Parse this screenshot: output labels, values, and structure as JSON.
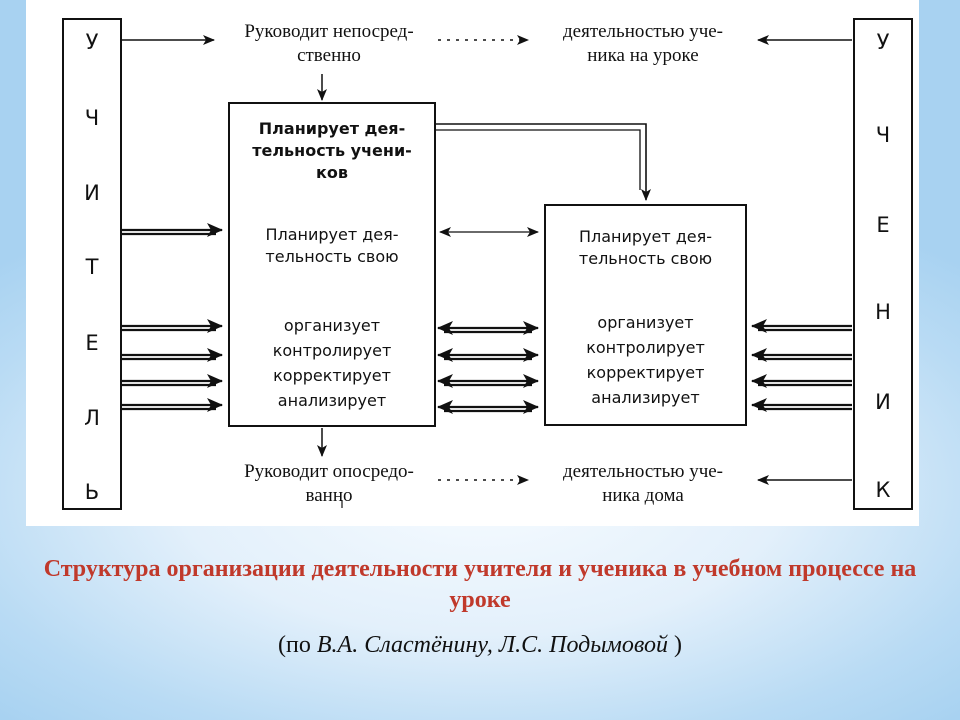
{
  "teacher_column": {
    "letters": [
      "У",
      "Ч",
      "И",
      "Т",
      "Е",
      "Л",
      "Ь"
    ]
  },
  "student_column": {
    "letters": [
      "У",
      "Ч",
      "Е",
      "Н",
      "И",
      "К"
    ]
  },
  "top_flow": {
    "left": "Руководит непосред-\nственно",
    "right": "деятельностью уче-\nника на уроке"
  },
  "bottom_flow": {
    "left": "Руководит опосредо-\nванно",
    "right": "деятельностью уче-\nника дома"
  },
  "teacher_box": {
    "plan_students": "Планирует дея-\nтельность учени-\nков",
    "plan_self": "Планирует дея-\nтельность свою",
    "actions": "организует\nконтролирует\nкорректирует\nанализирует"
  },
  "student_box": {
    "plan_self": "Планирует дея-\nтельность свою",
    "actions": "организует\nконтролирует\nкорректирует\nанализирует"
  },
  "caption": {
    "title": "Структура организации деятельности учителя и ученика в учебном процессе на уроке",
    "source_open": "(по ",
    "source_authors": "В.А. Сластёнину, Л.С. Подымовой",
    "source_close": " )"
  }
}
